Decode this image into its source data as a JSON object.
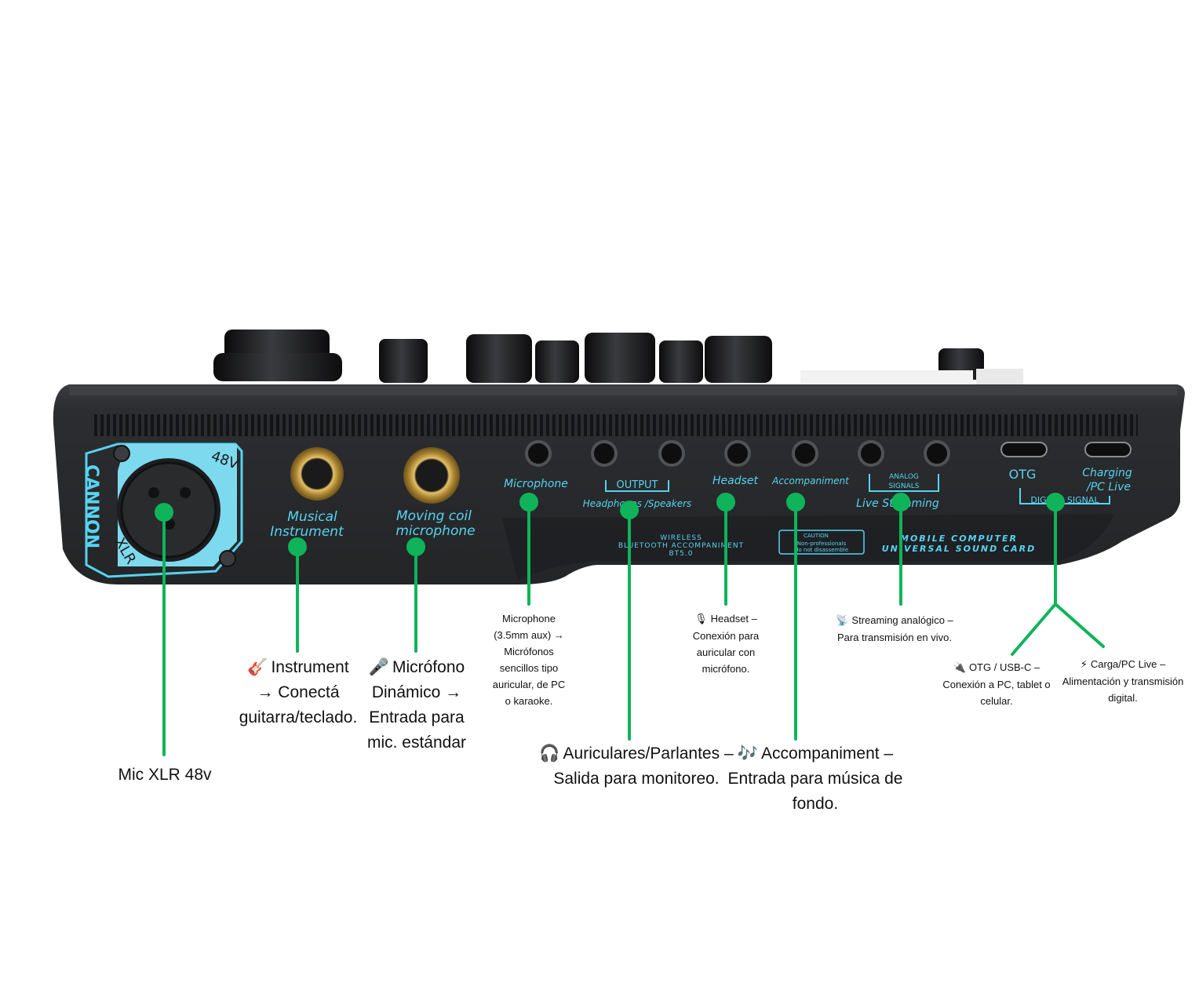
{
  "colors": {
    "body": "#2e3033",
    "panel": "#1c1d1f",
    "accent_cyan": "#57d3f0",
    "pointer_green": "#0fb45a",
    "gold": "#c9a14a"
  },
  "device": {
    "xlr_badge": {
      "brand": "CANNON",
      "phantom": "48V",
      "connector": "XLR"
    },
    "jack_labels": {
      "instrument": [
        "Musical",
        "Instrument"
      ],
      "moving_coil": [
        "Moving coil",
        "microphone"
      ],
      "microphone": "Microphone",
      "output": "OUTPUT",
      "output_sub": "Headphones /Speakers",
      "headset": "Headset",
      "accompaniment": "Accompaniment",
      "analog": [
        "ANALOG",
        "SIGNALS"
      ],
      "analog_sub": "Live Streaming",
      "otg": "OTG",
      "charging": [
        "Charging",
        "/PC Live"
      ],
      "digital": "DIGITAL SIGNAL"
    },
    "panel_text": {
      "wireless": [
        "WIRELESS",
        "BLUETOOTH ACCOMPANIMENT",
        "BT5.0"
      ],
      "caution_title": "CAUTION",
      "caution_body": [
        "Non-professionals",
        "do not disassemble"
      ],
      "brand": [
        "MOBILE COMPUTER",
        "UNIVERSAL SOUND CARD"
      ]
    }
  },
  "annotations": {
    "xlr": {
      "icon": "",
      "text": "Mic XLR 48v"
    },
    "instrument": {
      "icon": "🎸",
      "text": "Instrument\n→ Conectá\nguitarra/teclado."
    },
    "dynamic_mic": {
      "icon": "🎤",
      "text": "Micrófono\nDinámico →\nEntrada para\nmic. estándar"
    },
    "aux_mic": {
      "icon": "",
      "text": "Microphone\n(3.5mm aux) →\nMicrófonos\nsencillos tipo\nauricular, de PC\no karaoke."
    },
    "headphones": {
      "icon": "🎧",
      "text": "Auriculares/Parlantes –\nSalida para monitoreo."
    },
    "headset": {
      "icon": "🎙",
      "text": "Headset –\nConexión para\nauricular con\nmicrófono."
    },
    "accompaniment": {
      "icon": "🎶",
      "text": "Accompaniment –\nEntrada para música de\nfondo."
    },
    "streaming": {
      "icon": "📡",
      "text": "Streaming analógico –\nPara transmisión en vivo."
    },
    "otg": {
      "icon": "🔌",
      "text": "OTG / USB-C –\nConexión a PC, tablet o\ncelular."
    },
    "charge": {
      "icon": "⚡",
      "text": "Carga/PC Live –\nAlimentación y transmisión\ndigital."
    }
  }
}
